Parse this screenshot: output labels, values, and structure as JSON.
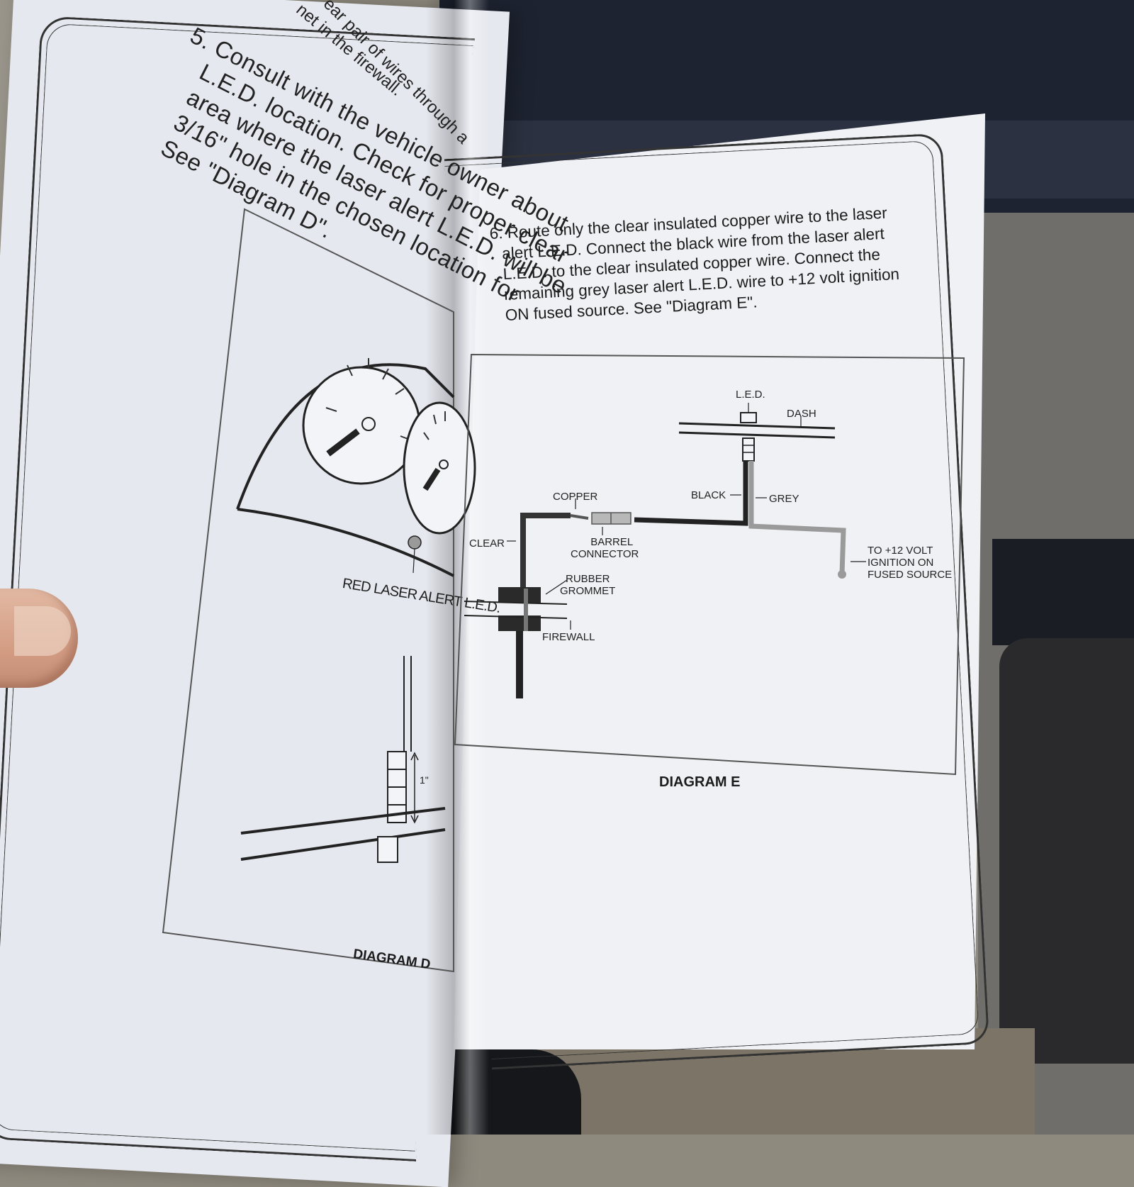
{
  "left_page": {
    "top_fragment": "ear pair of wires through a",
    "top_fragment_2": "net in the firewall.",
    "step5_lines": [
      "5. Consult with the vehicle owner about",
      "L.E.D. location. Check for proper clear",
      "area where the laser alert L.E.D. will be",
      "3/16\" hole in the chosen location for",
      "See \"Diagram D\"."
    ],
    "led_label": "RED LASER ALERT L.E.D.",
    "dimension_label": "1\"",
    "caption": "DIAGRAM D"
  },
  "right_page": {
    "step6_lines": [
      "6. Route only the clear insulated copper wire to the laser",
      "alert L.E.D. Connect the black wire from the laser alert",
      "L.E.D. to the clear insulated copper wire. Connect the",
      "remaining grey laser alert L.E.D. wire to +12 volt ignition",
      "ON fused source. See \"Diagram E\"."
    ],
    "labels": {
      "led": "L.E.D.",
      "dash": "DASH",
      "copper": "COPPER",
      "black": "BLACK",
      "grey": "GREY",
      "clear": "CLEAR",
      "barrel_1": "BARREL",
      "barrel_2": "CONNECTOR",
      "rubber_1": "RUBBER",
      "rubber_2": "GROMMET",
      "firewall": "FIREWALL",
      "volt_1": "TO +12 VOLT",
      "volt_2": "IGNITION ON",
      "volt_3": "FUSED SOURCE"
    },
    "caption": "DIAGRAM E"
  },
  "colors": {
    "paper": "#f0f1f5",
    "ink": "#222222",
    "grey_wire": "#9a9a9a",
    "led_bulb": "#9a9a9a"
  }
}
